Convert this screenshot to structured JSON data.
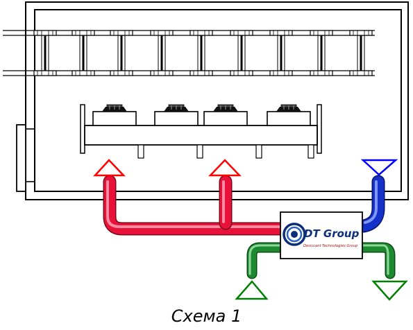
{
  "caption": "Схема 1",
  "logo": {
    "title": "DT Group",
    "subtitle": "Desiccant Technologies Group"
  },
  "colors": {
    "hot_air": "#e8113a",
    "cool_air": "#1532c8",
    "ambient_air": "#1d8a30",
    "hot_marker": "#ff0000",
    "cool_marker": "#0000ff",
    "ambient_marker": "#008000",
    "lines": "#000000"
  },
  "markers": [
    {
      "name": "hot-air-outlet-1-icon",
      "color": "red",
      "direction": "up"
    },
    {
      "name": "hot-air-outlet-2-icon",
      "color": "red",
      "direction": "up"
    },
    {
      "name": "cool-air-inlet-icon",
      "color": "blue",
      "direction": "down"
    },
    {
      "name": "ambient-air-intake-icon",
      "color": "green",
      "direction": "up"
    },
    {
      "name": "exhaust-air-icon",
      "color": "green",
      "direction": "down"
    }
  ]
}
